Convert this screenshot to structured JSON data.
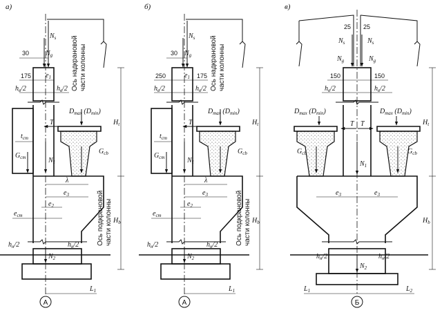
{
  "panels": [
    {
      "panel_label": "а)",
      "axis_mark": "А",
      "span_label": "L1",
      "dims": {
        "ns": "N",
        "ns_sub": "s",
        "ng": "N",
        "ng_sub": "g",
        "d30": "30",
        "d175": "175",
        "e1": "e",
        "e1_sub": "1",
        "hb2": "h",
        "hb2_sub": "в",
        "hb2_tail": "/2",
        "hb2r": "h",
        "hb2r_sub": "в",
        "hb2r_tail": "/2",
        "dmax": "D",
        "dmax_sub": "max",
        "dmin": "(D",
        "dmin_sub": "min",
        "dmin_tail": ")",
        "t": "T",
        "tcm": "t",
        "tcm_sub": "cm",
        "gcm": "G",
        "gcm_sub": "cm",
        "gcb": "G",
        "gcb_sub": "cb",
        "n1": "N",
        "n1_sub": "1",
        "lambda": "λ",
        "e3": "e",
        "e3_sub": "3",
        "e2": "e",
        "e2_sub": "2",
        "ecm": "e",
        "ecm_sub": "cm",
        "hn2": "h",
        "hn2_sub": "н",
        "hn2_tail": "/2",
        "hn2r": "h",
        "hn2r_sub": "н",
        "hn2r_tail": "/2",
        "n2": "N",
        "n2_sub": "2",
        "ht": "H",
        "ht_sub": "t",
        "hbtot": "H",
        "hbtot_sub": "b"
      },
      "upper_axis_text": [
        "Ось надкрановой",
        "части колонны"
      ],
      "lower_axis_text": [
        "Ось подкрановой",
        "части колонны"
      ]
    },
    {
      "panel_label": "б)",
      "axis_mark": "А",
      "span_label": "L1",
      "dims": {
        "d30": "30",
        "d250": "250",
        "d175": "175"
      },
      "upper_axis_text": [
        "Ось надкрановой",
        "части колонны"
      ],
      "lower_axis_text": [
        "Ось подкрановой",
        "части колонны"
      ]
    },
    {
      "panel_label": "в)",
      "axis_mark": "Б",
      "span_label_left": "L1",
      "span_label_right": "L2",
      "dims": {
        "d25l": "25",
        "d25r": "25",
        "d150l": "150",
        "d150r": "150"
      }
    }
  ]
}
